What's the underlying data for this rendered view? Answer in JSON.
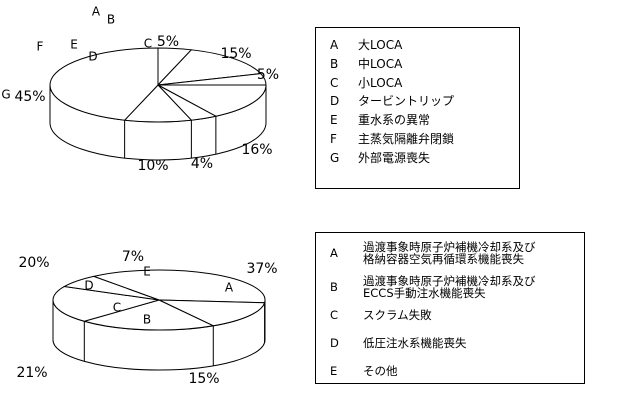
{
  "chart_data": [
    {
      "type": "pie",
      "categories": [
        "A",
        "B",
        "C",
        "D",
        "E",
        "F",
        "G"
      ],
      "values": [
        5,
        15,
        5,
        16,
        4,
        10,
        45
      ],
      "data_labels": [
        "5%",
        "15%",
        "5%",
        "16%",
        "4%",
        "10%",
        "45%"
      ],
      "legend": [
        {
          "key": "A",
          "text": "大LOCA"
        },
        {
          "key": "B",
          "text": "中LOCA"
        },
        {
          "key": "C",
          "text": "小LOCA"
        },
        {
          "key": "D",
          "text": "タービントリップ"
        },
        {
          "key": "E",
          "text": "重水系の異常"
        },
        {
          "key": "F",
          "text": "主蒸気隔離弁閉鎖"
        },
        {
          "key": "G",
          "text": "外部電源喪失"
        }
      ],
      "legend_placement": "right"
    },
    {
      "type": "pie",
      "categories": [
        "A",
        "B",
        "C",
        "D",
        "E"
      ],
      "values": [
        37,
        15,
        21,
        20,
        7
      ],
      "data_labels": [
        "37%",
        "15%",
        "21%",
        "20%",
        "7%"
      ],
      "legend": [
        {
          "key": "A",
          "text": [
            "過渡事象時原子炉補機冷却系及び",
            "格納容器空気再循環系機能喪失"
          ]
        },
        {
          "key": "B",
          "text": [
            "過渡事象時原子炉補機冷却系及び",
            "ECCS手動注水機能喪失"
          ]
        },
        {
          "key": "C",
          "text": [
            "スクラム失敗"
          ]
        },
        {
          "key": "D",
          "text": [
            "低圧注水系機能喪失"
          ]
        },
        {
          "key": "E",
          "text": [
            "その他"
          ]
        }
      ],
      "legend_placement": "right"
    }
  ]
}
